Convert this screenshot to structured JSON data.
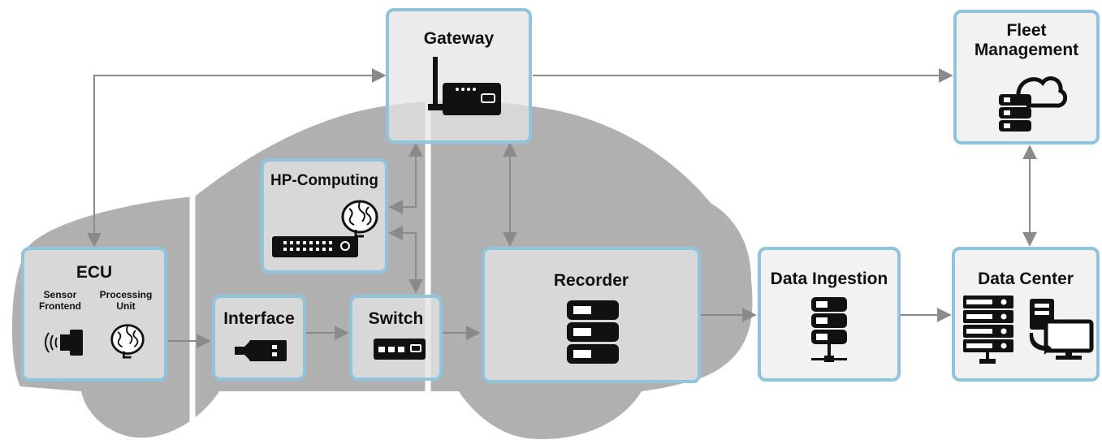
{
  "nodes": {
    "gateway": "Gateway",
    "fleet_management": "Fleet\nManagement",
    "hp_computing": "HP-Computing",
    "ecu": "ECU",
    "ecu_sensor_frontend": "Sensor\nFrontend",
    "ecu_processing_unit": "Processing\nUnit",
    "interface": "Interface",
    "switch": "Switch",
    "recorder": "Recorder",
    "data_ingestion": "Data Ingestion",
    "data_center": "Data Center"
  },
  "colors": {
    "node_border": "#8fc4dc",
    "node_fill": "#f2f2f2",
    "car_body": "#b0b0b0",
    "arrow": "#8a8a8a",
    "icon": "#111111"
  },
  "icons": [
    "antenna-router-icon",
    "cloud-server-icon",
    "brain-icon",
    "computer-board-icon",
    "sensor-icon",
    "usb-plug-icon",
    "network-switch-icon",
    "server-stack-icon",
    "server-network-icon",
    "server-rack-icon",
    "monitor-transfer-icon"
  ]
}
